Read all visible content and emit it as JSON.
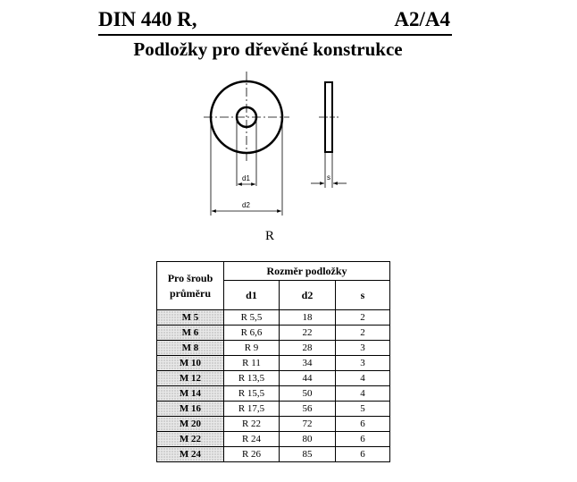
{
  "header": {
    "left": "DIN 440 R,",
    "right": "A2/A4"
  },
  "subtitle": "Podložky pro dřevěné konstrukce",
  "drawing": {
    "labels": {
      "d1": "d1",
      "d2": "d2",
      "s": "s"
    },
    "caption": "R"
  },
  "table": {
    "header_pro": "Pro šroub průměru",
    "header_group": "Rozměr podložky",
    "columns": [
      "d1",
      "d2",
      "s"
    ],
    "rows": [
      {
        "screw": "M 5",
        "d1": "R 5,5",
        "d2": "18",
        "s": "2"
      },
      {
        "screw": "M 6",
        "d1": "R 6,6",
        "d2": "22",
        "s": "2"
      },
      {
        "screw": "M 8",
        "d1": "R 9",
        "d2": "28",
        "s": "3"
      },
      {
        "screw": "M 10",
        "d1": "R 11",
        "d2": "34",
        "s": "3"
      },
      {
        "screw": "M 12",
        "d1": "R 13,5",
        "d2": "44",
        "s": "4"
      },
      {
        "screw": "M 14",
        "d1": "R 15,5",
        "d2": "50",
        "s": "4"
      },
      {
        "screw": "M 16",
        "d1": "R 17,5",
        "d2": "56",
        "s": "5"
      },
      {
        "screw": "M 20",
        "d1": "R 22",
        "d2": "72",
        "s": "6"
      },
      {
        "screw": "M 22",
        "d1": "R 24",
        "d2": "80",
        "s": "6"
      },
      {
        "screw": "M 24",
        "d1": "R 26",
        "d2": "85",
        "s": "6"
      }
    ]
  }
}
